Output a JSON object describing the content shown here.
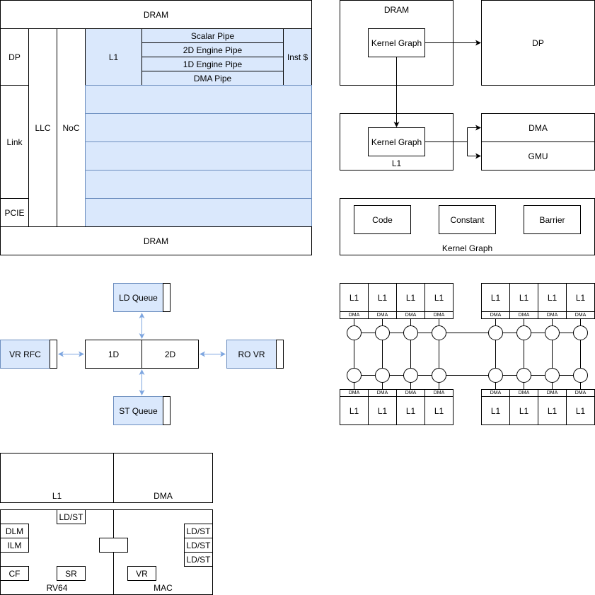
{
  "diagram1": {
    "dram_top": "DRAM",
    "dram_bottom": "DRAM",
    "dp": "DP",
    "link": "Link",
    "pcie": "PCIE",
    "llc": "LLC",
    "noc": "NoC",
    "l1": "L1",
    "pipes": [
      "Scalar Pipe",
      "2D Engine Pipe",
      "1D Engine Pipe",
      "DMA Pipe"
    ],
    "inst_cache": "Inst $"
  },
  "diagram2": {
    "dram": "DRAM",
    "kernel_graph_dram": "Kernel Graph",
    "dp": "DP",
    "l1": "L1",
    "kernel_graph_l1": "Kernel Graph",
    "dma": "DMA",
    "gmu": "GMU"
  },
  "diagram3": {
    "items": [
      "Code",
      "Constant",
      "Barrier"
    ],
    "caption": "Kernel Graph"
  },
  "diagram4": {
    "ld_queue": "LD Queue",
    "st_queue": "ST Queue",
    "vr_rfc": "VR RFC",
    "ro_vr": "RO VR",
    "d1": "1D",
    "d2": "2D",
    "arrow_color": "#7ea6e0"
  },
  "diagram5": {
    "l1_label": "L1",
    "dma_label": "DMA"
  },
  "diagram6": {
    "l1": "L1",
    "dma": "DMA",
    "ld_st_top": "LD/ST",
    "dlm": "DLM",
    "ilm": "ILM",
    "cf": "CF",
    "sr": "SR",
    "rv64": "RV64",
    "ld_st_right": [
      "LD/ST",
      "LD/ST",
      "LD/ST"
    ],
    "vr": "VR",
    "mac": "MAC"
  },
  "colors": {
    "fill_blue": "#dae8fc",
    "stroke_blue": "#6c8ebf"
  }
}
